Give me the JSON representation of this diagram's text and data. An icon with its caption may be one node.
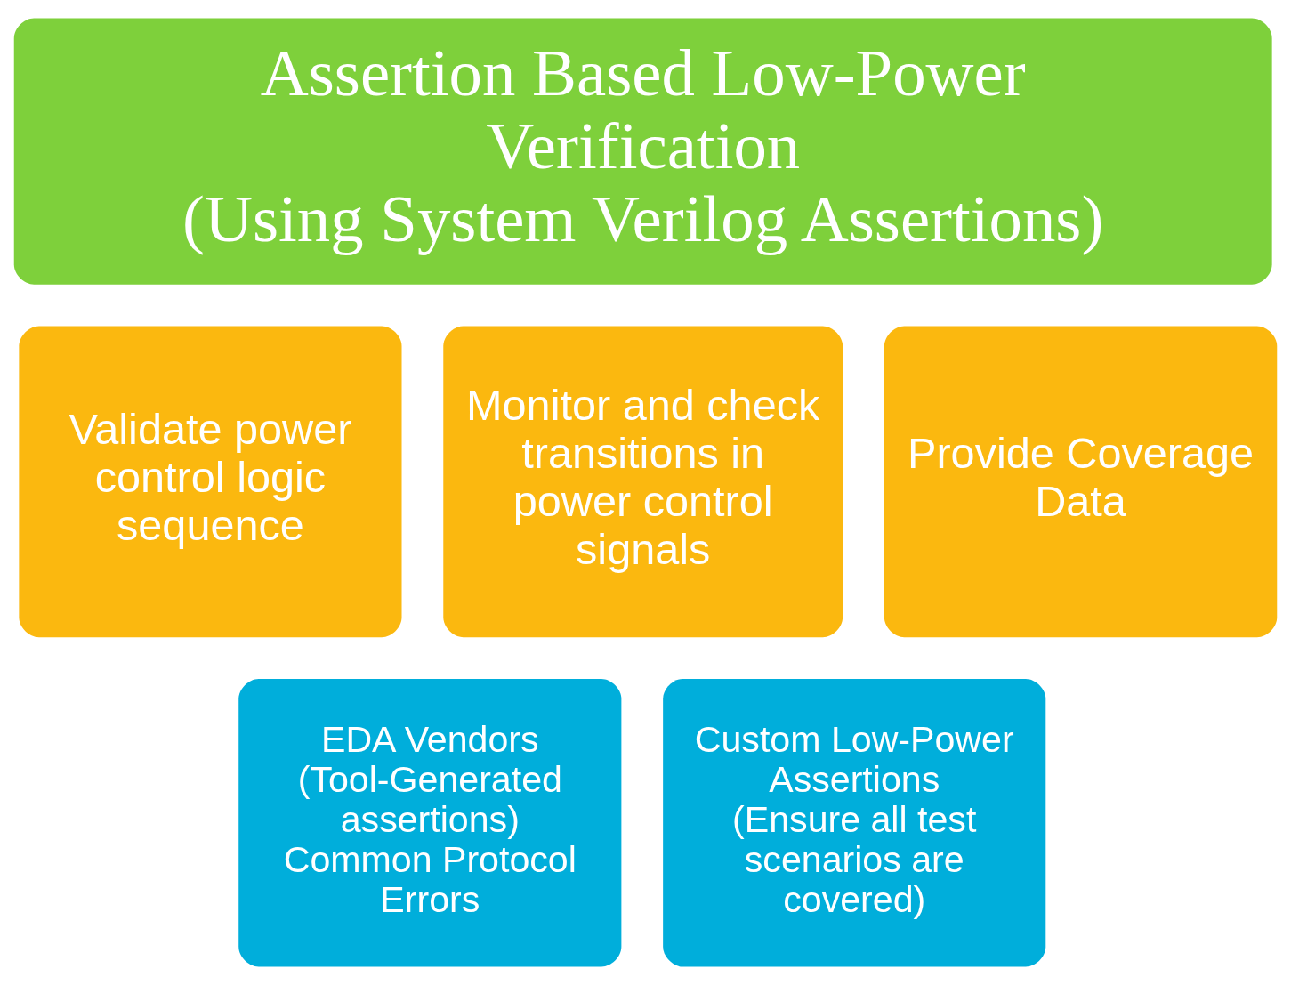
{
  "diagram": {
    "nodes": [
      {
        "text": [
          "Assertion Based Low-Power Verification",
          "(Using System Verilog Assertions)"
        ]
      },
      {
        "text": [
          "Validate power control logic sequence"
        ]
      },
      {
        "text": [
          "Monitor and check transitions in power control signals"
        ]
      },
      {
        "text": [
          "Provide Coverage Data"
        ]
      },
      {
        "text": [
          "EDA Vendors",
          "(Tool-Generated assertions)",
          "Common Protocol Errors"
        ]
      },
      {
        "text": [
          "Custom Low-Power Assertions",
          "(Ensure all test scenarios are covered)"
        ]
      }
    ]
  }
}
